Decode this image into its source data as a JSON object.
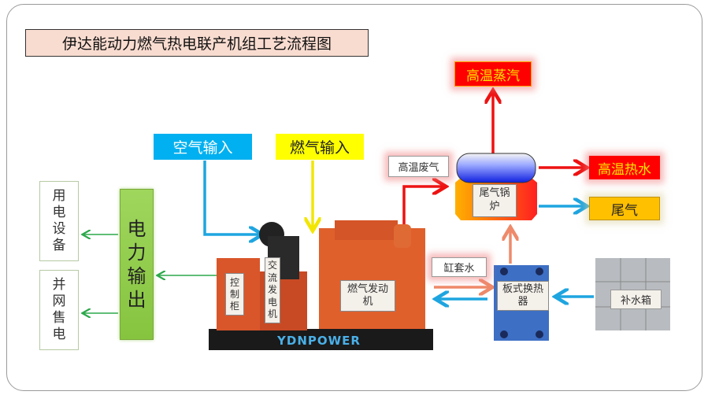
{
  "title": "伊达能动力燃气热电联产机组工艺流程图",
  "outputs_left": {
    "power_output": "电力输出",
    "consumer": "用电设备",
    "grid": "并网售电"
  },
  "inputs": {
    "air": "空气输入",
    "gas": "燃气输入"
  },
  "genset": {
    "control_cabinet": "控制柜",
    "alternator": "交流发电机",
    "engine": "燃气发动机",
    "brand": "YDNPOWER"
  },
  "heat": {
    "exhaust": "高温废气",
    "boiler": "尾气锅炉",
    "steam": "高温蒸汽",
    "hot_water": "高温热水",
    "tail_gas": "尾气",
    "jacket_water": "缸套水",
    "plate_exchanger": "板式换热器",
    "makeup_tank": "补水箱"
  },
  "colors": {
    "air": "#00b0f0",
    "gas": "#ffff00",
    "red": "#ff0000",
    "power": "#92d050",
    "tail": "#ffc000"
  }
}
